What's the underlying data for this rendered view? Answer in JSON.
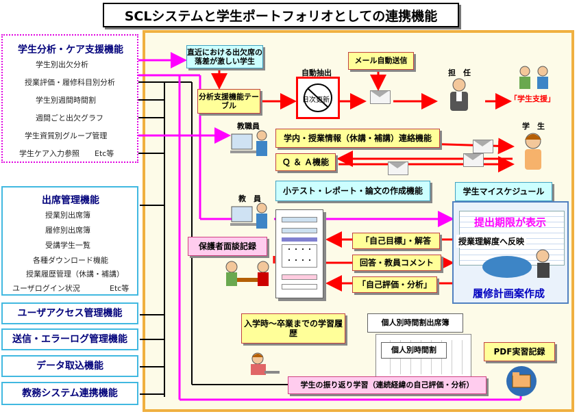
{
  "title": "SCLシステムと学生ポートフォリオとしての連携機能",
  "left_groups": {
    "analysis": {
      "heading": "学生分析・ケア支援機能",
      "items": [
        "学生別出欠分析",
        "授業評価・履修科目別分析",
        "学生別週間時間割",
        "週間ごと出欠グラフ",
        "学生資質別グループ管理",
        "学生ケア入力参照　　Etc等"
      ]
    },
    "attendance": {
      "heading": "出席管理機能",
      "items": [
        "授業別出席簿",
        "履修別出席簿",
        "受講学生一覧",
        "各種ダウンロード機能",
        "授業履歴管理（休講・補講）"
      ],
      "last_left": "ユーザログイン状況",
      "last_right": "Etc等"
    },
    "modules": [
      "ユーザアクセス管理機能",
      "送信・エラーログ管理機能",
      "データ取込機能",
      "教務システム連携機能"
    ]
  },
  "flow": {
    "recent_absence": "直近における出欠席の落差が激しい学生",
    "analysis_table": "分析支援機能テーブル",
    "auto_extract": "自動抽出",
    "stamp_text": "日次更新",
    "mail_auto": "メール自動送信",
    "tannin": "担　任",
    "student_support": "「学生支援」"
  },
  "staff": {
    "kyoshokuin": "教職員",
    "kyoin": "教　員",
    "gakusei": "学　生"
  },
  "features": {
    "contact": "学内・授業情報（休講・補講）連絡機能",
    "qa": "Ｑ ＆ Ａ機能",
    "report": "小テスト・レポート・論文の作成機能",
    "schedule": "学生マイスケジュール",
    "deadline": "提出期限が表示",
    "reflect": "授業理解度へ反映",
    "plan": "履修計画案作成",
    "parent": "保護者面談記録",
    "goal": "「自己目標」・解答",
    "answer": "回答・教員コメント",
    "self_eval": "「自己評価・分析」",
    "history": "入学時～卒業までの学習履歴",
    "attend_book": "個人別時間割出席簿",
    "timetable": "個人別時間割",
    "pdf": "PDF実習記録",
    "reflection": "学生の振り返り学習（連続経緯の自己評価・分析）",
    "doc_dots1": "・・・・",
    "doc_dots2": "・・・・"
  }
}
